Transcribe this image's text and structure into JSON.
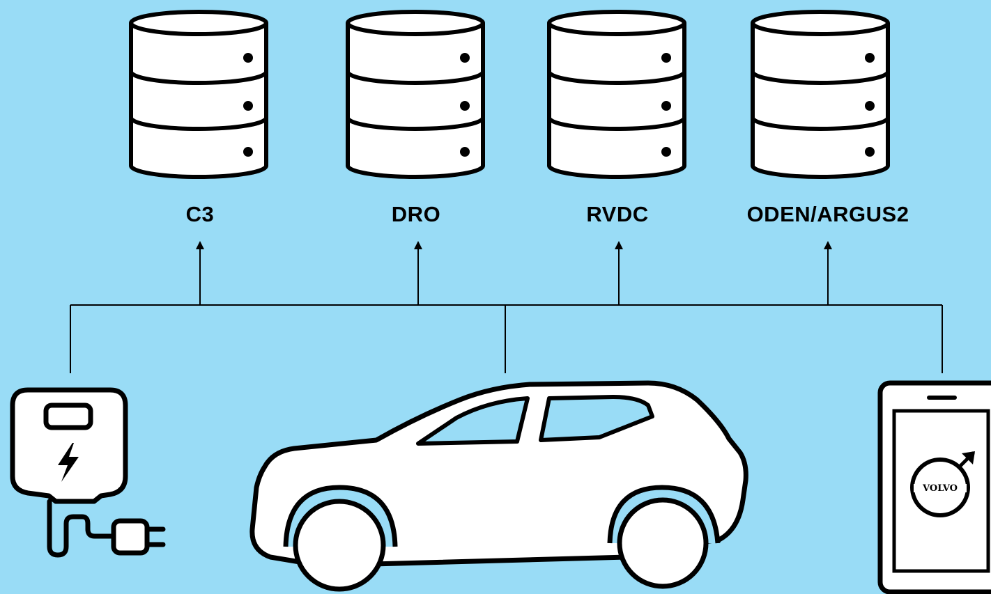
{
  "colors": {
    "background": "#99dcf6",
    "stroke": "#000000",
    "fill": "#ffffff"
  },
  "databases": [
    {
      "label": "C3",
      "icon": "database-icon"
    },
    {
      "label": "DRO",
      "icon": "database-icon"
    },
    {
      "label": "RVDC",
      "icon": "database-icon"
    },
    {
      "label": "ODEN/ARGUS2",
      "icon": "database-icon"
    }
  ],
  "sources": [
    {
      "name": "charger",
      "icon": "ev-charger-icon"
    },
    {
      "name": "car",
      "icon": "car-icon"
    },
    {
      "name": "phone",
      "icon": "phone-app-icon"
    }
  ],
  "app_logo_text": "VOLVO"
}
